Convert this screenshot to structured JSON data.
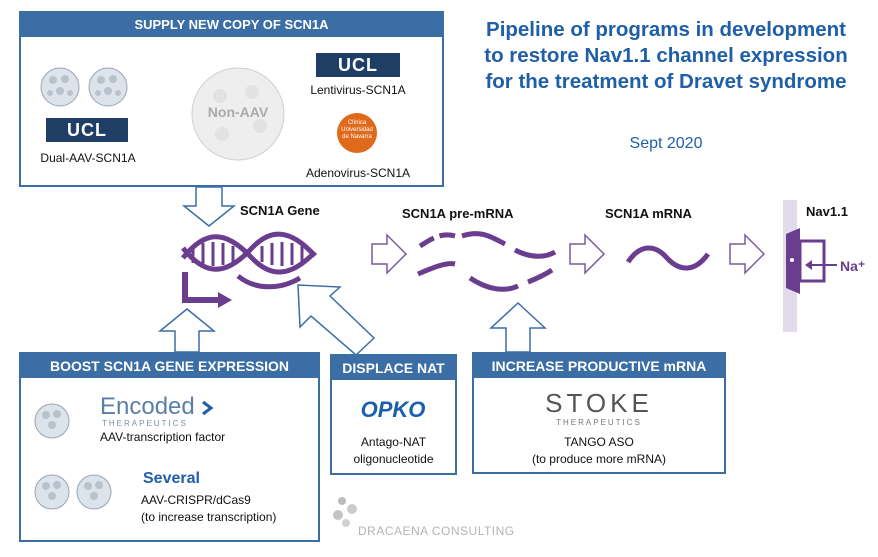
{
  "title": "Pipeline of programs in development to restore Nav1.1 channel expression for the treatment of Dravet syndrome",
  "date": "Sept 2020",
  "supply_box": {
    "header": "SUPPLY NEW COPY OF SCN1A",
    "dual_aav_label": "Dual-AAV-SCN1A",
    "non_aav_label": "Non-AAV",
    "lentivirus_label": "Lentivirus-SCN1A",
    "adenovirus_label": "Adenovirus-SCN1A",
    "ucl_logo_text": "UCL",
    "navarra_logo_text": "Clínica Universidad de Navarra"
  },
  "stages": {
    "gene": "SCN1A Gene",
    "pre_mrna": "SCN1A pre-mRNA",
    "mrna": "SCN1A mRNA",
    "protein": "Nav1.1",
    "ion": "Na⁺"
  },
  "boost_box": {
    "header": "BOOST SCN1A GENE EXPRESSION",
    "encoded_logo": "Encoded",
    "encoded_sub": "THERAPEUTICS",
    "encoded_label": "AAV-transcription factor",
    "several": "Several",
    "crispr_label": "AAV-CRISPR/dCas9",
    "crispr_note": "(to increase transcription)"
  },
  "displace_box": {
    "header": "DISPLACE NAT",
    "logo": "OPKO",
    "label_line1": "Antago-NAT",
    "label_line2": "oligonucleotide"
  },
  "increase_box": {
    "header": "INCREASE PRODUCTIVE mRNA",
    "logo": "STOKE",
    "logo_sub": "THERAPEUTICS",
    "label_line1": "TANGO ASO",
    "label_line2": "(to produce more mRNA)"
  },
  "watermark": "DRACAENA CONSULTING",
  "colors": {
    "box_blue": "#3a6ea5",
    "title_blue": "#1f5fa8",
    "purple": "#6a3d8f",
    "ucl_navy": "#1f3e66",
    "navarra_orange": "#e06a1b",
    "opko_blue": "#1b5fb0"
  }
}
